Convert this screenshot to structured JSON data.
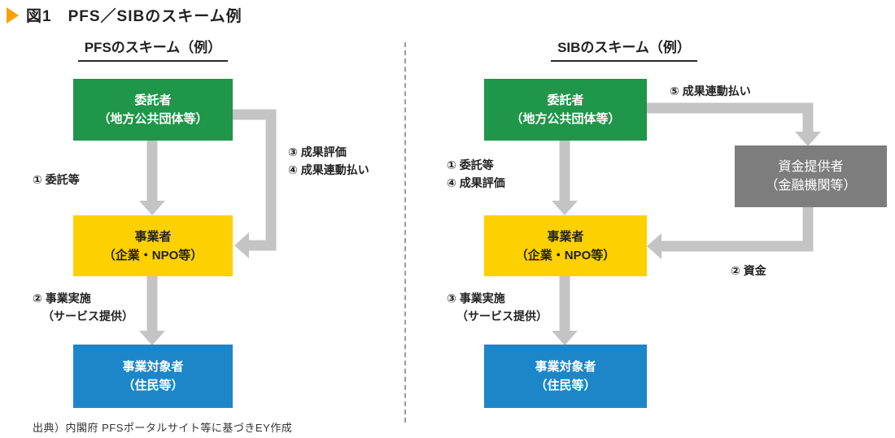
{
  "title": "図1　PFS／SIBのスキーム例",
  "source_note": "出典）内閣府 PFSポータルサイト等に基づきEY作成",
  "colors": {
    "green": "#1f9649",
    "yellow": "#fdd000",
    "blue": "#1c86c8",
    "gray": "#7d7d7d",
    "arrow": "#c4c4c4",
    "marker": "#f5a300"
  },
  "pfs": {
    "header": "PFSのスキーム（例）",
    "boxes": {
      "consignor": {
        "line1": "委託者",
        "line2": "（地方公共団体等）"
      },
      "operator": {
        "line1": "事業者",
        "line2": "（企業・NPO等）"
      },
      "beneficiary": {
        "line1": "事業対象者",
        "line2": "（住民等）"
      }
    },
    "labels": {
      "entrust": "① 委託等",
      "implement_line1": "② 事業実施",
      "implement_line2": "（サービス提供）",
      "outcome_line1": "③ 成果評価",
      "outcome_line2": "④ 成果連動払い"
    }
  },
  "sib": {
    "header": "SIBのスキーム（例）",
    "boxes": {
      "consignor": {
        "line1": "委託者",
        "line2": "（地方公共団体等）"
      },
      "funder": {
        "line1": "資金提供者",
        "line2": "（金融機関等）"
      },
      "operator": {
        "line1": "事業者",
        "line2": "（企業・NPO等）"
      },
      "beneficiary": {
        "line1": "事業対象者",
        "line2": "（住民等）"
      }
    },
    "labels": {
      "entrust_line1": "① 委託等",
      "entrust_line2": "④ 成果評価",
      "outcome_payment": "⑤ 成果連動払い",
      "fund": "② 資金",
      "implement_line1": "③ 事業実施",
      "implement_line2": "（サービス提供）"
    }
  }
}
